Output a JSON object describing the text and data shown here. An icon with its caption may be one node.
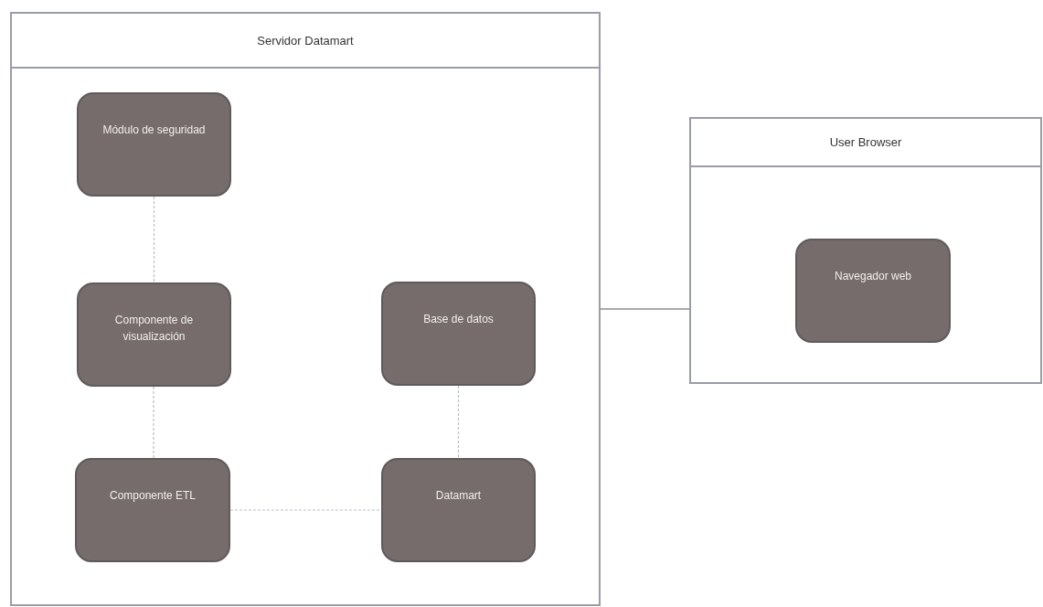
{
  "diagram": {
    "nodes": [
      {
        "text": [
          "Servidor Datamart"
        ]
      },
      {
        "text": [
          "Módulo de seguridad"
        ],
        "in": 0
      },
      {
        "text": [
          "Componente de visualización"
        ],
        "in": 0
      },
      {
        "text": [
          "Base de datos"
        ],
        "in": 0
      },
      {
        "text": [
          "Componente ETL"
        ],
        "in": 0
      },
      {
        "text": [
          "Datamart"
        ],
        "in": 0
      },
      {
        "text": [
          "User Browser"
        ]
      },
      {
        "text": [
          "Navegador web"
        ],
        "in": 6
      }
    ],
    "edges": [
      {
        "from": 1,
        "to": 2,
        "arrow": "none",
        "style": "dashed"
      },
      {
        "from": 2,
        "to": 4,
        "arrow": "none",
        "style": "dashed"
      },
      {
        "from": 3,
        "to": 5,
        "arrow": "none",
        "style": "dashed"
      },
      {
        "from": 4,
        "to": 5,
        "arrow": "none",
        "style": "dashed"
      },
      {
        "from": 0,
        "to": 6,
        "arrow": "none",
        "color": "#555555"
      }
    ]
  }
}
